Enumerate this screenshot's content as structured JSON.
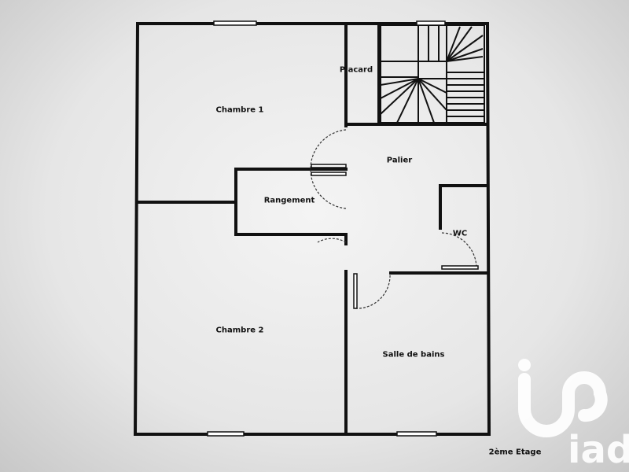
{
  "plan": {
    "rooms": {
      "chambre1": "Chambre 1",
      "placard": "Placard",
      "palier": "Palier",
      "rangement": "Rangement",
      "wc": "WC",
      "chambre2": "Chambre 2",
      "salle_de_bains": "Salle de bains"
    },
    "floor_label": "2ème Etage"
  },
  "logo": {
    "text": "iad",
    "color": "#ffffff"
  },
  "colors": {
    "wall": "#111111",
    "paper": "#f0f0f0"
  }
}
